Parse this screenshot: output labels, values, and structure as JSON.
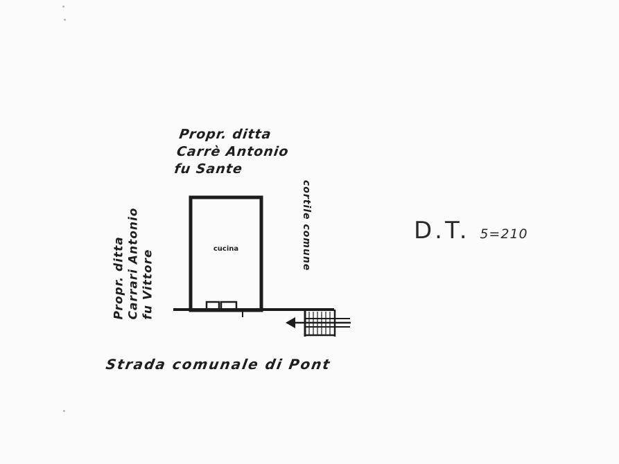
{
  "labels": {
    "north": [
      "Propr. ditta",
      "Carrè Antonio",
      "fu Sante"
    ],
    "west": [
      "Propr. ditta",
      "Carrari Antonio",
      "fu Vittore"
    ],
    "east": "cortile comune",
    "building": "cucina",
    "road": "Strada comunale di Pont",
    "code_main": "D.T.",
    "code_sub": "5=210"
  },
  "colors": {
    "ink": "#1c1c1c",
    "paper": "#fbfbfb"
  }
}
